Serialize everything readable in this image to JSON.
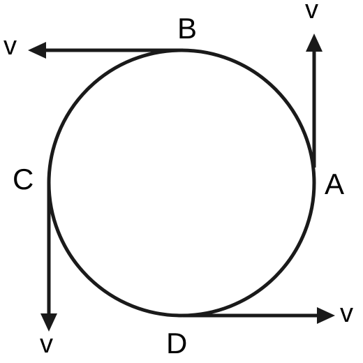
{
  "diagram": {
    "stroke_color": "#1a1a1a",
    "points": [
      {
        "id": "A",
        "label": "A"
      },
      {
        "id": "B",
        "label": "B"
      },
      {
        "id": "C",
        "label": "C"
      },
      {
        "id": "D",
        "label": "D"
      }
    ],
    "velocity_label": "v",
    "arrows": [
      {
        "at": "A",
        "direction": "up",
        "label": "v"
      },
      {
        "at": "B",
        "direction": "left",
        "label": "v"
      },
      {
        "at": "C",
        "direction": "down",
        "label": "v"
      },
      {
        "at": "D",
        "direction": "right",
        "label": "v"
      }
    ]
  }
}
